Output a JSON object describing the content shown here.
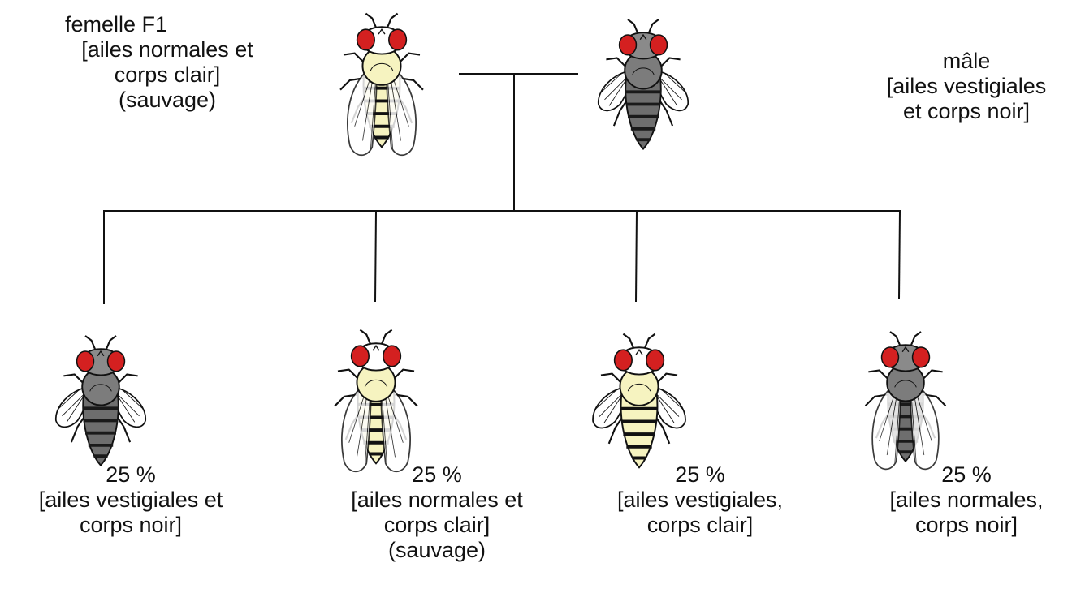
{
  "parents": {
    "female": {
      "lines": [
        "femelle F1",
        "[ailes normales et",
        "corps clair]",
        "(sauvage)"
      ],
      "wings": "normal",
      "body": "light"
    },
    "male": {
      "lines": [
        "mâle",
        "[ailes vestigiales",
        "et corps noir]"
      ],
      "wings": "vestigial",
      "body": "dark"
    }
  },
  "offspring": [
    {
      "percent": "25 %",
      "lines": [
        "[ailes vestigiales et",
        "corps noir]"
      ],
      "wings": "vestigial",
      "body": "dark"
    },
    {
      "percent": "25 %",
      "lines": [
        "[ailes normales et",
        "corps clair]",
        "(sauvage)"
      ],
      "wings": "normal",
      "body": "light"
    },
    {
      "percent": "25 %",
      "lines": [
        "[ailes vestigiales,",
        "corps clair]"
      ],
      "wings": "vestigial",
      "body": "light"
    },
    {
      "percent": "25 %",
      "lines": [
        "[ailes normales,",
        "corps noir]"
      ],
      "wings": "normal",
      "body": "dark"
    }
  ],
  "colors": {
    "eye": "#d42020",
    "light_body": "#f6f3c0",
    "dark_body": "#6e6e6e",
    "outline": "#111111"
  }
}
